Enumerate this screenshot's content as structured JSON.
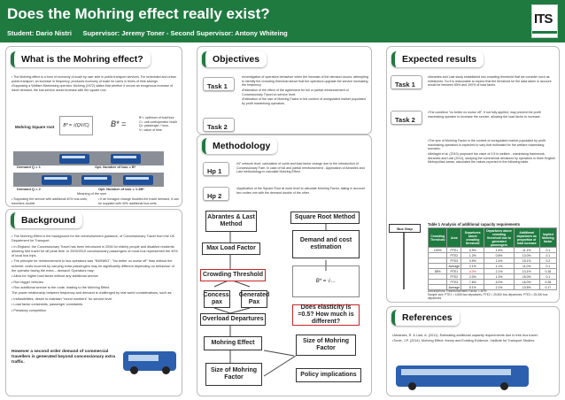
{
  "header": {
    "title": "Does the Mohring effect really exist?",
    "student": "Student: Dario Nistri",
    "supervisor": "Supervisor: Jeremy Toner - Second Supervisor: Antony Whiteing",
    "logo_text": "ITS"
  },
  "what": {
    "title": "What is the Mohring effect?",
    "p1": "• The Mohring effect is a form of economy of scale by user side in public transport services. For scheduled and urban public transport, an increase in frequency, produces economy of scale for users in terms of time savings.",
    "p2": "•Supposing a Welfare Maximising operator, Mohring (1972) states that whether it occurs an exogenous increase of travel demand, the bus service would increase with the square root.",
    "model_label": "Mohring Square root",
    "vars": [
      "B*= optimum of bus/hour",
      "C= unit cost/operator bus/h",
      "Q= passenger / hour,",
      "V= value of time"
    ],
    "demand1": "Demand Q = 1",
    "opt1": "Opt. Number of bus = B*",
    "demand2": "Demand Q = 2",
    "opt2": "Opt. Number of bus = 1.4B*",
    "meaning": "Meaning of the sum",
    "note1": "• Supposing the service with additional 40% bus units, travellers double",
    "note2": "• If an hexagon change doubles the travel demand, it can be supplied with 40% additional bus units"
  },
  "background": {
    "title": "Background",
    "items": [
      "• The Mohring Effect is the background for the reimbursement guidance, of Concessionary Travel from the UK Department for Transport.",
      "• In England, the Concessionary Travel has been introduced in 2006 for elderly people and disabled residents allowing free travel for off peak time. In 2009/2010 concessionary passengers on local bus represented the 40% of local bus trips.",
      "• The principle for reimbursement to bus operators was \"NWNWO\", \"No better no worse off\" than without the scheme: costs incurred by carrying extra passengers may be significantly different depending on behaviour of the operator facing the extra – demand. Operators may:",
      "• Allow for higher load factor without any additional service",
      "• Run bigger vehicles.",
      "• Run additional service to the route, leading to the Mohring Effect.",
      "The power relationship between frequency and demand is challenged by real world considerations, such as:",
      "• Indivisibilities, desire to maintain \"round numbers\" for service level",
      "• Load factor constraints, passenger constraints.",
      "• Predatory competition"
    ],
    "bottom": "However a second order demand of commercial travellers is generated beyond concessionary extra traffic."
  },
  "objectives": {
    "title": "Objectives",
    "task1": "Task 1",
    "task1_text": "•Investigation of operators behaviour when the increase of the demand occurs, attempting to identify the crowding threshold above that the operators upgrade the service increasing the frequency.",
    "task1_text2": "•Estimation of the effect of the agreement for full or partial reimbursement of Concessionary Travel on service level.",
    "task2": "Task 2",
    "task2_text": "•Estimation of the size of Mohring Factor in the context of unregulated market populated by profit maximising operators."
  },
  "methodology": {
    "title": "Methodology",
    "hp1": "Hp 1",
    "hp1_text": "•N° network level, calculation of costs and load factor change due to the introduction of Concessionary Fare, in case of full and partial reimbursement - Application of Abrantes and Last methodology to calculate Mohring Effect.",
    "hp2": "Hp 2",
    "hp2_text": "•Application of the Square Root at route level to calculate Mohring Factor, taking in account two routes one with the demand double of the other.",
    "flow": {
      "abrantes": "Abrantes & Last Method",
      "square": "Square Root Method",
      "maxload": "Max Load Factor",
      "crowding": "Crowding Threshold",
      "concess": "Concess. pax",
      "generated": "Generated Pax",
      "overload": "Overload Departures",
      "mohring_effect": "Mohring Effect",
      "size_effect": "Size of Mohring Factor",
      "demand_cost": "Demand and cost estimation",
      "elasticity": "Does elasticity is =0.5? How much is different?",
      "size_factor": "Size of Mohring Factor",
      "policy": "Policy implications"
    }
  },
  "expected": {
    "title": "Expected results",
    "task1": "Task 1",
    "task1_text": "•Abrantes and Last study established two crowding threshold that we consider such as milestones. So it is reasonable to expect that the threshold for the data taken in account would be between 65% and 100% of load factor.",
    "task2": "Task 2",
    "task2_text": "•The condition \"no better no worse off\", if not fully applied, may prevent the profit maximising operator to increase the service, allowing the load factor to increase.",
    "p3": "•The size of Mohring Factor in the context of unregulated market populated by profit maximising operators is expected to vary that estimated for the welfare maximising scenario.",
    "p4": "•Mellaghi et al. (2010) proposed the value of 0.5 in welfare - maximising framework. Abrantes and Last (2011), studying the commercial decisions by operators in three English Metropolitan areas, calculated the values reported in the following table.",
    "table_title": "Table 1 Analysis of additional capacity requirements",
    "table_headers": [
      "Crowding Threshold",
      "Area",
      "Departures above crowding threshold",
      "Departures above crowding threshold due to generated passengers",
      "Additional departures as proportion of total increase",
      "Implied Mohring factor"
    ],
    "table_rows": [
      [
        "100%",
        "PTE1",
        "0.9%",
        "1.5%",
        "11.1%",
        "0.1"
      ],
      [
        "",
        "PTE2",
        "1.2%",
        "0.8%",
        "13.0%",
        "0.1"
      ],
      [
        "",
        "PTE3",
        "0.9%",
        "1.4%",
        "15.1%",
        "0.2"
      ],
      [
        "",
        "Average",
        "2.1%",
        "1.1%",
        "11.0%",
        "0.1"
      ],
      [
        "85%",
        "PTE1",
        "4.0%",
        "2.1%",
        "13.1%",
        "0.16"
      ],
      [
        "",
        "PTE2",
        "2.0%",
        "1.3%",
        "15.0%",
        "0.1"
      ],
      [
        "",
        "PTE3",
        "7.6%",
        "4.0%",
        "16.0%",
        "0.28"
      ],
      [
        "",
        "Average",
        "5.1%",
        "2.1%",
        "13.5%",
        "0.17"
      ]
    ],
    "table_note": "Assumptions: Reimbursement Factor = 50%",
    "table_note2": "Sample size: PTE1 = 4,655 bus departures; PTE2 = 25,600 bus departures; PTE3 = 25,000 bus departures",
    "bus_stop": "Bus Stop"
  },
  "references": {
    "title": "References",
    "items": [
      "•Abrantes, R. & Last, A. (2011). Estimating additional capacity requirements due to free bus travel.",
      "•Toner, J.P. (2014). Mohring Effect: theory and Existing Evidence. Institute for Transport Studies."
    ]
  }
}
